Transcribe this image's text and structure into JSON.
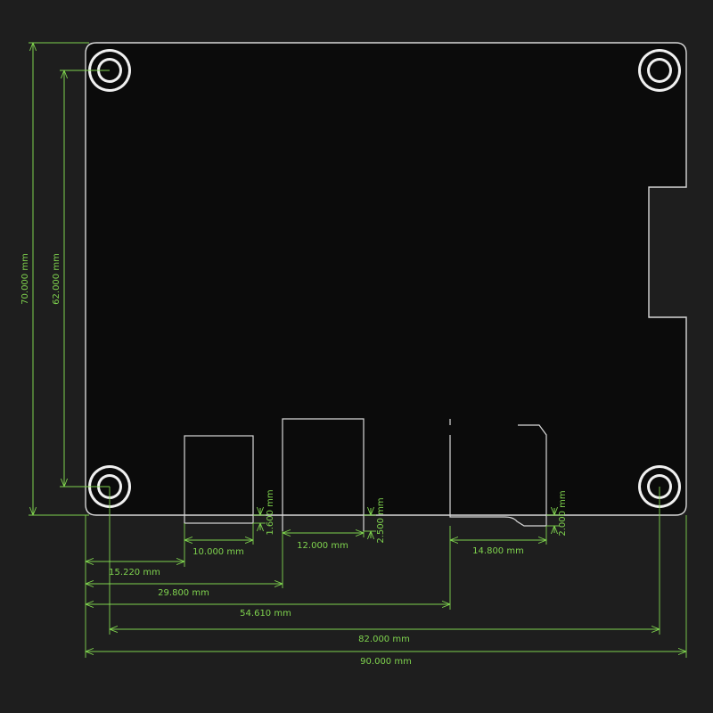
{
  "drawing": {
    "background": "#1e1e1e",
    "board_outline_color": "#d8d8d8",
    "dimension_color": "#7fd34e",
    "mounting_hole_icon": "circle-ring-icon"
  },
  "dimensions": {
    "height_overall": "70.000 mm",
    "height_holes": "62.000 mm",
    "width_overall": "90.000 mm",
    "width_holes": "82.000 mm",
    "offset_1": "15.220 mm",
    "offset_2": "29.800 mm",
    "offset_3": "54.610 mm",
    "port_1_width": "10.000 mm",
    "port_1_height": "1.600 mm",
    "port_2_width": "12.000 mm",
    "port_2_height": "2.500 mm",
    "port_3_width": "14.800 mm",
    "port_3_height": "2.000 mm"
  }
}
